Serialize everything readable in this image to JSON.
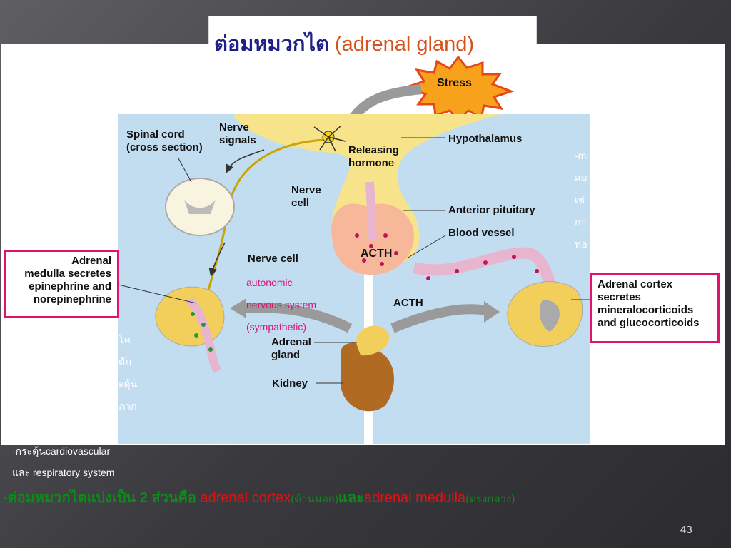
{
  "title": {
    "th": "ต่อมหมวกไต",
    "en": "(adrenal gland)"
  },
  "diagram": {
    "stress": "Stress",
    "nerve_signals": "Nerve\nsignals",
    "spinal_cord": "Spinal cord\n(cross section)",
    "hypothalamus": "Hypothalamus",
    "releasing_hormone": "Releasing\nhormone",
    "nerve_cell_top": "Nerve\ncell",
    "anterior_pituitary": "Anterior pituitary",
    "blood_vessel": "Blood vessel",
    "acth_gland": "ACTH",
    "acth_vessel": "ACTH",
    "nerve_cell": "Nerve cell",
    "adrenal_gland": "Adrenal\ngland",
    "kidney": "Kidney",
    "medulla_box": "Adrenal\nmedulla secretes\nepinephrine and\nnorepinephrine",
    "cortex_box": "Adrenal cortex\nsecretes\nmineralocorticoids\nand glucocorticoids",
    "ans_1": "autonomic",
    "ans_2": "nervous system",
    "ans_3": "(sympathetic)"
  },
  "hidden_right": [
    "-m",
    "สม",
    "เช่",
    "กา",
    "ท่อ"
  ],
  "hidden_left": [
    "โค",
    "ตับ",
    "ะตุ้น",
    "ภาก"
  ],
  "notes": {
    "line1": "-กระตุ้นcardiovascular",
    "line2": "และ respiratory system"
  },
  "summary": {
    "part1": "-ต่อมหมวกไตแบ่งเป็น 2 ส่วนคือ ",
    "cortex": "adrenal cortex",
    "cortex_th": "(ด้านนอก)",
    "and": "และ",
    "medulla": "adrenal medulla",
    "medulla_th": "(ตรงกลาง)"
  },
  "page_number": "43",
  "colors": {
    "title_th": "#1f1f8a",
    "title_en": "#d6521e",
    "highlight_box": "#e0126b",
    "background_blue": "#c2dcf0"
  }
}
